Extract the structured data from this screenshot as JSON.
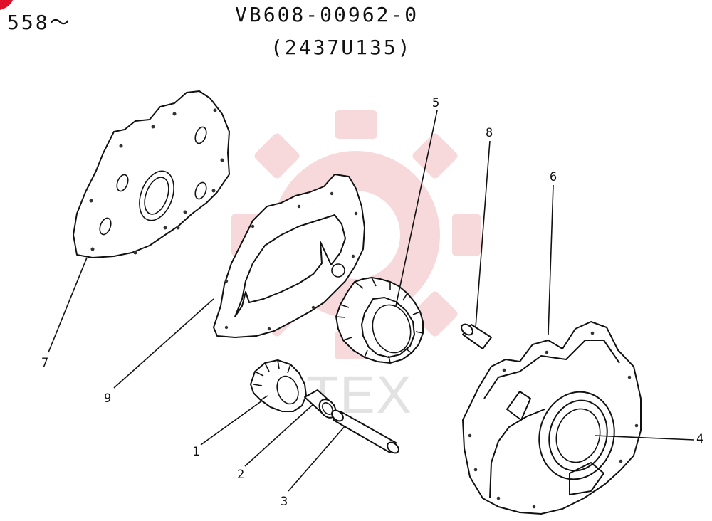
{
  "header": {
    "serial_range": "558〜",
    "part_number": "VB608-00962-0",
    "alt_number": "(2437U135)"
  },
  "callouts": {
    "c1": "1",
    "c2": "2",
    "c3": "3",
    "c4": "4",
    "c5": "5",
    "c6": "6",
    "c7": "7",
    "c8": "8",
    "c9": "9"
  },
  "watermark": {
    "text": "TEX",
    "color": "#f2b9bd"
  },
  "accent": {
    "corner_mark_color": "#e0102a"
  }
}
